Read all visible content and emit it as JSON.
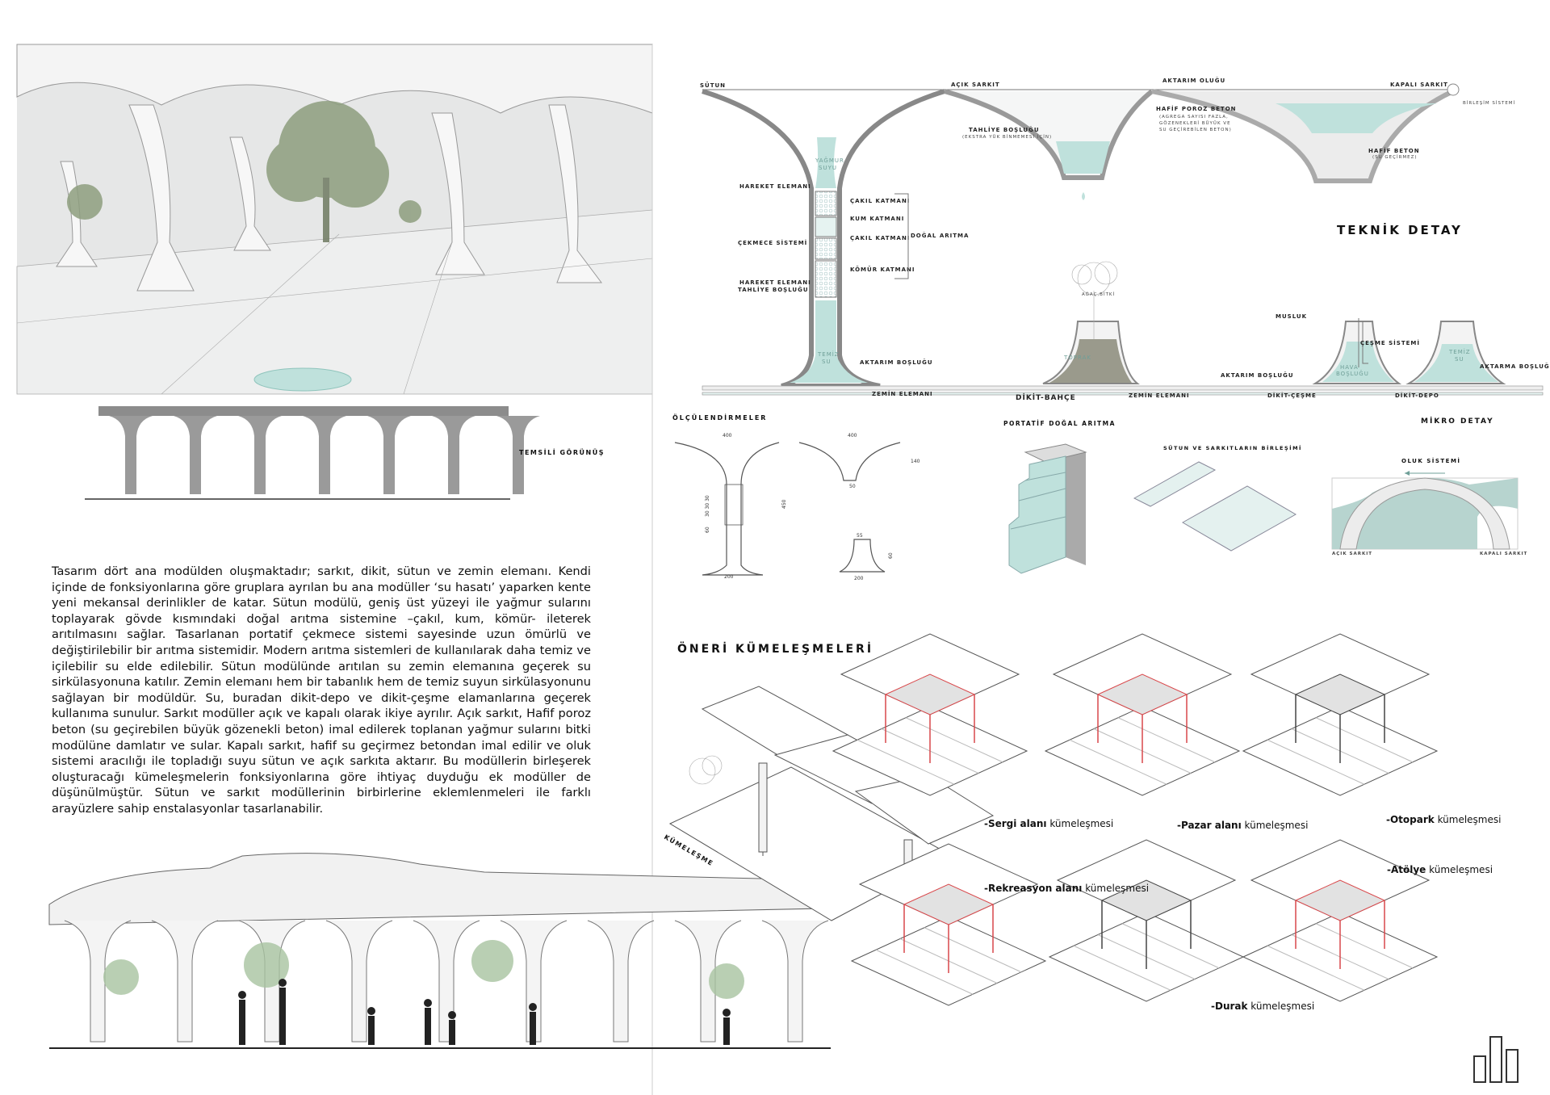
{
  "colors": {
    "water": "#bfe1dc",
    "water_dark": "#8fc4bc",
    "soil": "#9a9a8c",
    "tree": "#8d9e7e",
    "accent_red": "#d9474a",
    "line": "#555555"
  },
  "left": {
    "representative_view_label": "TEMSİLİ GÖRÜNÜŞ",
    "description": "Tasarım dört ana modülden oluşmaktadır; sarkıt, dikit, sütun ve zemin elemanı. Kendi içinde de fonksiyonlarına göre gruplara ayrılan bu ana modüller ‘su hasatı’ yaparken kente yeni mekansal derinlikler de katar. Sütun modülü, geniş üst yüzeyi ile yağmur sularını toplayarak gövde kısmındaki doğal arıtma sistemine –çakıl, kum, kömür- ileterek arıtılmasını sağlar. Tasarlanan portatif çekmece sistemi sayesinde uzun ömürlü ve değiştirilebilir bir arıtma sistemidir. Modern arıtma sistemleri de kullanılarak daha temiz ve içilebilir su elde edilebilir. Sütun modülünde arıtılan su zemin elemanına geçerek su sirkülasyonuna katılır. Zemin elemanı hem bir tabanlık hem de temiz suyun sirkülasyonunu sağlayan bir modüldür. Su, buradan dikit-depo ve dikit-çeşme elamanlarına geçerek kullanıma sunulur. Sarkıt modüller açık ve kapalı olarak ikiye ayrılır. Açık sarkıt, Hafif poroz beton (su geçirebilen büyük gözenekli beton) imal edilerek toplanan yağmur sularını bitki modülüne damlatır ve sular. Kapalı sarkıt, hafif su geçirmez betondan imal edilir ve oluk sistemi aracılığı ile topladığı suyu sütun ve açık sarkıta aktarır. Bu modüllerin birleşerek oluşturacağı kümeleşmelerin fonksiyonlarına göre ihtiyaç duyduğu ek modüller de düşünülmüştür. Sütun ve sarkıt modüllerinin birbirlerine eklemlenmeleri ile farklı arayüzlere sahip enstalasyonlar tasarlanabilir."
  },
  "technical": {
    "title": "TEKNİK DETAY",
    "sutun": "SÜTUN",
    "acik_sarkit": "AÇIK SARKIT",
    "aktarim_olugu": "AKTARIM OLUĞU",
    "kapali_sarkit": "KAPALI SARKIT",
    "birlesim": "BİRLEŞİM SİSTEMİ",
    "hafif_poroz": "HAFİF POROZ BETON",
    "hafif_poroz_note1": "(AGREGA SAYISI FAZLA,",
    "hafif_poroz_note2": "GÖZENEKLERİ BÜYÜK VE",
    "hafif_poroz_note3": "SU GEÇİREBİLEN BETON)",
    "tahliye": "TAHLİYE BOŞLUĞU",
    "tahliye_note": "(EKSTRA YÜK BİNMEMESİ İÇİN)",
    "hafif_beton": "HAFİF BETON",
    "hafif_beton_note": "(SU GEÇİRMEZ)",
    "yagmur1": "YAĞMUR",
    "yagmur2": "SUYU",
    "hareket1": "HAREKET ELEMANI",
    "cakil1": "ÇAKIL KATMANI",
    "kum": "KUM KATMANI",
    "cakil2": "ÇAKIL KATMANI",
    "komur": "KÖMÜR KATMANI",
    "cekmece": "ÇEKMECE SİSTEMİ",
    "dogal_aritma": "DOĞAL ARITMA",
    "hareket2": "HAREKET ELEMANI",
    "tahliye2": "TAHLİYE BOŞLUĞU",
    "temiz1": "TEMİZ",
    "su1": "SU",
    "aktarim_boslugu": "AKTARIM BOŞLUĞU",
    "zemin1": "ZEMİN ELEMANI",
    "agac": "AĞAÇ,BİTKİ",
    "toprak": "TOPRAK",
    "dikit_bahce": "DİKİT-BAHÇE",
    "zemin2": "ZEMİN ELEMANI",
    "musluk": "MUSLUK",
    "cesme_sistemi": "ÇEŞME SİSTEMİ",
    "hava1": "HAVA",
    "hava2": "BOŞLUĞU",
    "aktarim_boslugu2": "AKTARIM BOŞLUĞU",
    "dikit_cesme": "DİKİT-ÇEŞME",
    "temiz2": "TEMİZ",
    "su2": "SU",
    "aktarma": "AKTARMA BOŞLUĞU",
    "dikit_depo": "DİKİT-DEPO"
  },
  "dimensions": {
    "title": "ÖLÇÜLENDİRMELER",
    "w400a": "400",
    "w400b": "400",
    "h140": "140",
    "w50": "50",
    "layers": "30 30 30",
    "h60a": "60",
    "h450": "450",
    "w200a": "200",
    "w55": "55",
    "h60b": "60",
    "w200b": "200"
  },
  "portable": {
    "title": "PORTATİF DOĞAL ARITMA"
  },
  "joint": {
    "title": "SÜTUN VE SARKITLARIN BİRLEŞİMİ"
  },
  "micro": {
    "title": "MİKRO DETAY",
    "gutter": "OLUK SİSTEMİ",
    "acik": "AÇIK SARKIT",
    "kapali": "KAPALI SARKIT"
  },
  "clusters": {
    "title": "ÖNERİ KÜMELEŞMELERİ",
    "axon_label": "KÜMELEŞME",
    "items": [
      {
        "name": "-Sergi alanı",
        "suffix": " kümeleşmesi"
      },
      {
        "name": "-Pazar alanı",
        "suffix": " kümeleşmesi"
      },
      {
        "name": "-Otopark",
        "suffix": " kümeleşmesi"
      },
      {
        "name": "-Rekreasyon alanı",
        "suffix": " kümeleşmesi"
      },
      {
        "name": "-Durak",
        "suffix": " kümeleşmesi"
      },
      {
        "name": "-Atölye",
        "suffix": " kümeleşmesi"
      }
    ]
  }
}
